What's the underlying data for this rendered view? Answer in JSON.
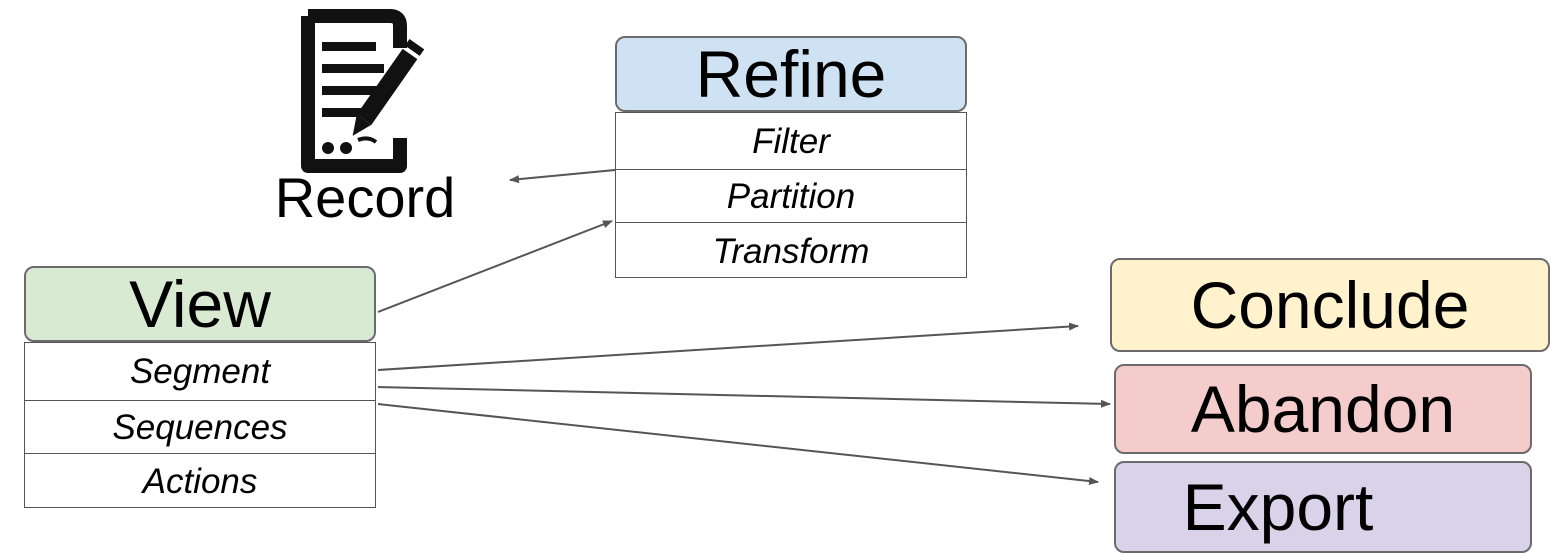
{
  "record": {
    "label": "Record",
    "icon": "document-sign-icon"
  },
  "refine": {
    "title": "Refine",
    "color": "#cfe2f3",
    "items": [
      "Filter",
      "Partition",
      "Transform"
    ]
  },
  "view": {
    "title": "View",
    "color": "#d9ead3",
    "items": [
      "Segment",
      "Sequences",
      "Actions"
    ]
  },
  "outcomes": {
    "conclude": {
      "label": "Conclude",
      "color": "#fff2cc"
    },
    "abandon": {
      "label": "Abandon",
      "color": "#f4cccc"
    },
    "export": {
      "label": "Export",
      "color": "#d9d2e9"
    }
  },
  "line_color": "#555555"
}
